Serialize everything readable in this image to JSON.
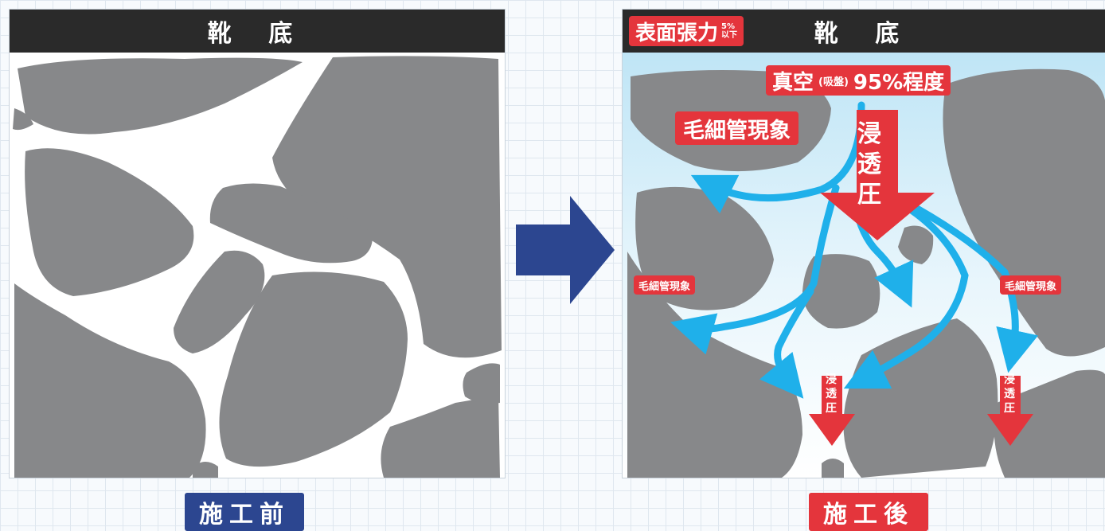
{
  "before": {
    "header": "靴 底",
    "caption": "施工前"
  },
  "after": {
    "header": "靴 底",
    "tension_badge": "表面張力",
    "tension_note_top": "5%",
    "tension_note_bottom": "以下",
    "vacuum_main": "真空",
    "vacuum_sub": "(吸盤)",
    "vacuum_value": "95%程度",
    "capillary_big": "毛細管現象",
    "capillary_left": "毛細管現象",
    "capillary_right": "毛細管現象",
    "osmotic_big": "浸透圧",
    "osmotic_small_1": "浸透圧",
    "osmotic_small_2": "浸透圧",
    "caption": "施工後"
  },
  "colors": {
    "stone": "#87888a",
    "header": "#2a2a2a",
    "flow_arrow": "#1fb0ea",
    "pressure_arrow": "#e4353c",
    "transition_arrow": "#2c4690",
    "caption_before": "#2c4690",
    "caption_after": "#e4353c"
  }
}
